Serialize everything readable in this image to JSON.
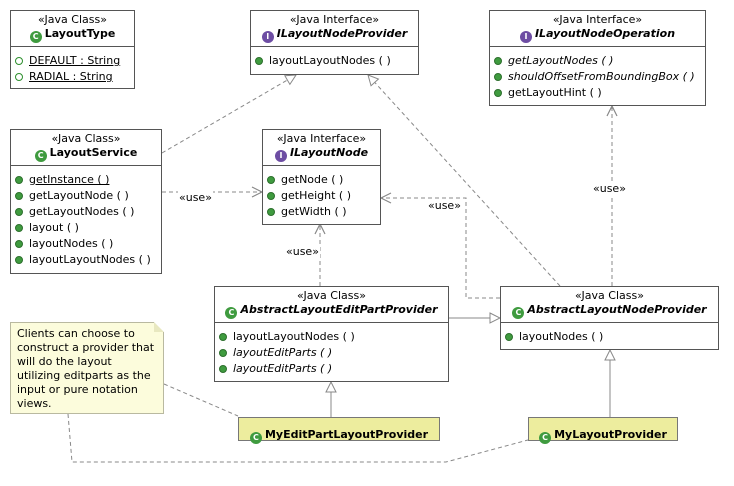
{
  "classes": {
    "layout_type": {
      "stereotype": "«Java Class»",
      "name": "LayoutType",
      "icon": "class-icon",
      "fields": [
        "DEFAULT : String",
        "RADIAL : String"
      ]
    },
    "ilayout_node_provider": {
      "stereotype": "«Java Interface»",
      "name": "ILayoutNodeProvider",
      "icon": "interface-icon",
      "methods": [
        "layoutLayoutNodes ( )"
      ]
    },
    "ilayout_node_operation": {
      "stereotype": "«Java Interface»",
      "name": "ILayoutNodeOperation",
      "icon": "interface-icon",
      "methods": [
        "getLayoutNodes ( )",
        "shouldOffsetFromBoundingBox ( )",
        "getLayoutHint ( )"
      ]
    },
    "layout_service": {
      "stereotype": "«Java Class»",
      "name": "LayoutService",
      "icon": "class-icon",
      "methods": [
        "getInstance ( )",
        "getLayoutNode ( )",
        "getLayoutNodes ( )",
        "layout ( )",
        "layoutNodes ( )",
        "layoutLayoutNodes ( )"
      ]
    },
    "ilayout_node": {
      "stereotype": "«Java Interface»",
      "name": "ILayoutNode",
      "icon": "interface-icon",
      "methods": [
        "getNode ( )",
        "getHeight ( )",
        "getWidth ( )"
      ]
    },
    "abstract_edit_part_provider": {
      "stereotype": "«Java Class»",
      "name": "AbstractLayoutEditPartProvider",
      "icon": "class-icon",
      "methods": [
        "layoutLayoutNodes ( )",
        "layoutEditParts ( )",
        "layoutEditParts ( )"
      ]
    },
    "abstract_node_provider": {
      "stereotype": "«Java Class»",
      "name": "AbstractLayoutNodeProvider",
      "icon": "class-icon",
      "methods": [
        "layoutNodes ( )"
      ]
    },
    "my_edit_part_layout_provider": {
      "name": "MyEditPartLayoutProvider",
      "icon": "class-icon",
      "color": "#eded9e"
    },
    "my_layout_provider": {
      "name": "MyLayoutProvider",
      "icon": "class-icon",
      "color": "#eded9e"
    }
  },
  "labels": {
    "use": "«use»"
  },
  "note": {
    "text": "Clients can choose to construct a provider that will do the layout utilizing editparts as the input or pure notation views."
  },
  "colors": {
    "method_icon": "#3f9b3f",
    "class_icon": "#3f9b3f",
    "interface_icon": "#6d4da3",
    "highlight_box": "#eded9e",
    "note_bg": "#fcfcdc"
  }
}
